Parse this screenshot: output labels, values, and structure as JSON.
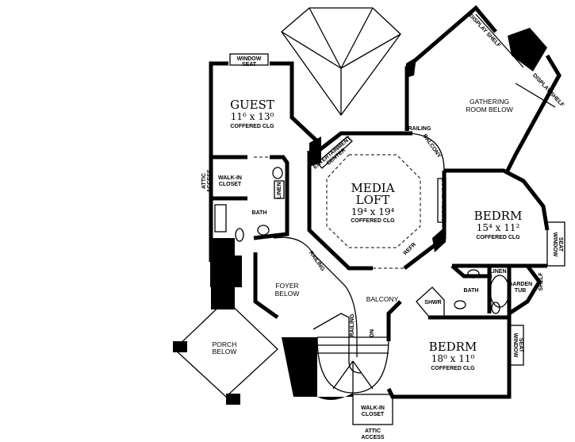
{
  "rooms": {
    "guest": {
      "name": "GUEST",
      "size": "11⁶ x 13⁰",
      "note": "COFFERED CLG"
    },
    "media_loft": {
      "name_line1": "MEDIA",
      "name_line2": "LOFT",
      "size": "19⁴ x 19⁴",
      "note": "COFFERED CLG"
    },
    "bedrm_upper": {
      "name": "BEDRM",
      "size": "15⁴ x 11²",
      "note": "COFFERED CLG"
    },
    "bedrm_lower": {
      "name": "BEDRM",
      "size": "18⁰ x 11⁰",
      "note": "COFFERED CLG"
    },
    "gathering": {
      "line1": "GATHERING",
      "line2": "ROOM BELOW"
    },
    "foyer": {
      "line1": "FOYER",
      "line2": "BELOW"
    },
    "porch": {
      "line1": "PORCH",
      "line2": "BELOW"
    },
    "balcony": "BALCONY"
  },
  "labels": {
    "window_seat": [
      "WINDOW",
      "SEAT"
    ],
    "walk_in_closet": [
      "WALK-IN",
      "CLOSET"
    ],
    "attic_access": [
      "ATTIC",
      "ACCESS"
    ],
    "bath": "BATH",
    "linen": "LINEN",
    "entertainment_center": [
      "ENTERTAINMENT",
      "CENTER"
    ],
    "display_shelf": "DISPLAY SHELF",
    "railing": "RAILING",
    "balcony_small": "BALCONY",
    "books_videos": "BOOKS-VIDEOS",
    "refr": "REFR",
    "garden_tub": [
      "GARDEN",
      "TUB"
    ],
    "shelf": "SHELF",
    "shwr": "SHWR",
    "dn": "DN"
  }
}
